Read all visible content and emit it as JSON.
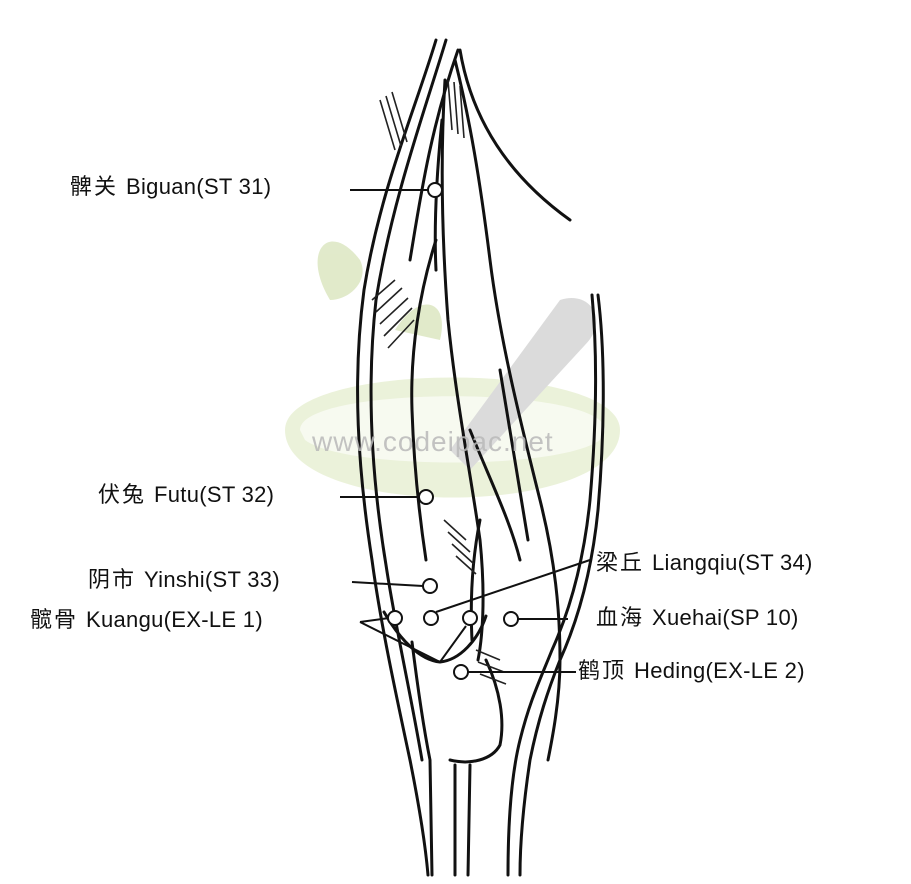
{
  "watermark": {
    "text": "www.codeipac.net",
    "color": "#c9d9a0"
  },
  "points": [
    {
      "key": "biguan",
      "zh": "髀关",
      "en": "Biguan(ST 31)"
    },
    {
      "key": "futu",
      "zh": "伏兔",
      "en": "Futu(ST 32)"
    },
    {
      "key": "yinshi",
      "zh": "阴市",
      "en": "Yinshi(ST 33)"
    },
    {
      "key": "kuangu",
      "zh": "髋骨",
      "en": "Kuangu(EX-LE 1)"
    },
    {
      "key": "liangqiu",
      "zh": "梁丘",
      "en": "Liangqiu(ST 34)"
    },
    {
      "key": "xuehai",
      "zh": "血海",
      "en": "Xuehai(SP 10)"
    },
    {
      "key": "heding",
      "zh": "鹤顶",
      "en": "Heding(EX-LE 2)"
    }
  ]
}
